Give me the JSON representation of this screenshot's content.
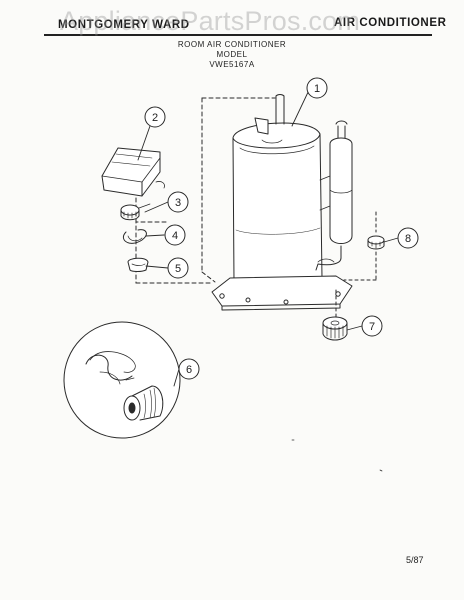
{
  "header": {
    "brand": "MONTGOMERY WARD",
    "category": "AIR CONDITIONER"
  },
  "subtitle": {
    "line1": "ROOM AIR CONDITIONER",
    "line2": "MODEL",
    "line3": "VWE5167A"
  },
  "watermark": "AppliancePartsPros.com",
  "callouts": [
    "1",
    "2",
    "3",
    "4",
    "5",
    "6",
    "7",
    "8"
  ],
  "page_number": "5/87"
}
